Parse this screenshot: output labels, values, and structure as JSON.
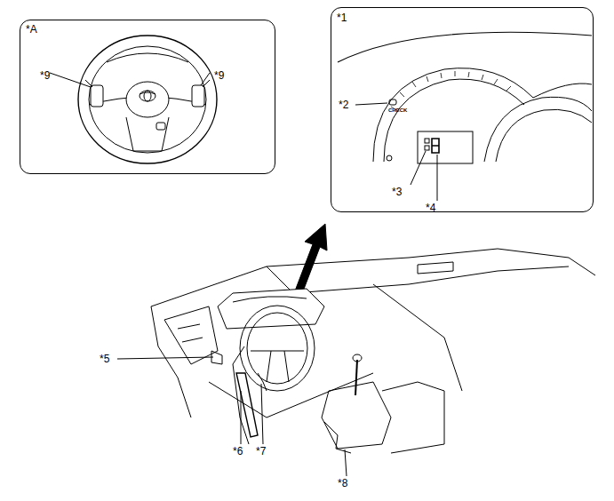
{
  "diagram": {
    "nodes": [
      {
        "text": [
          "*A",
          "*9",
          "*9"
        ]
      },
      {
        "text": [
          "*1",
          "*2",
          "CHECK",
          "*3",
          "*4"
        ]
      }
    ],
    "labels": [
      "*5",
      "*6",
      "*7",
      "*8"
    ]
  }
}
